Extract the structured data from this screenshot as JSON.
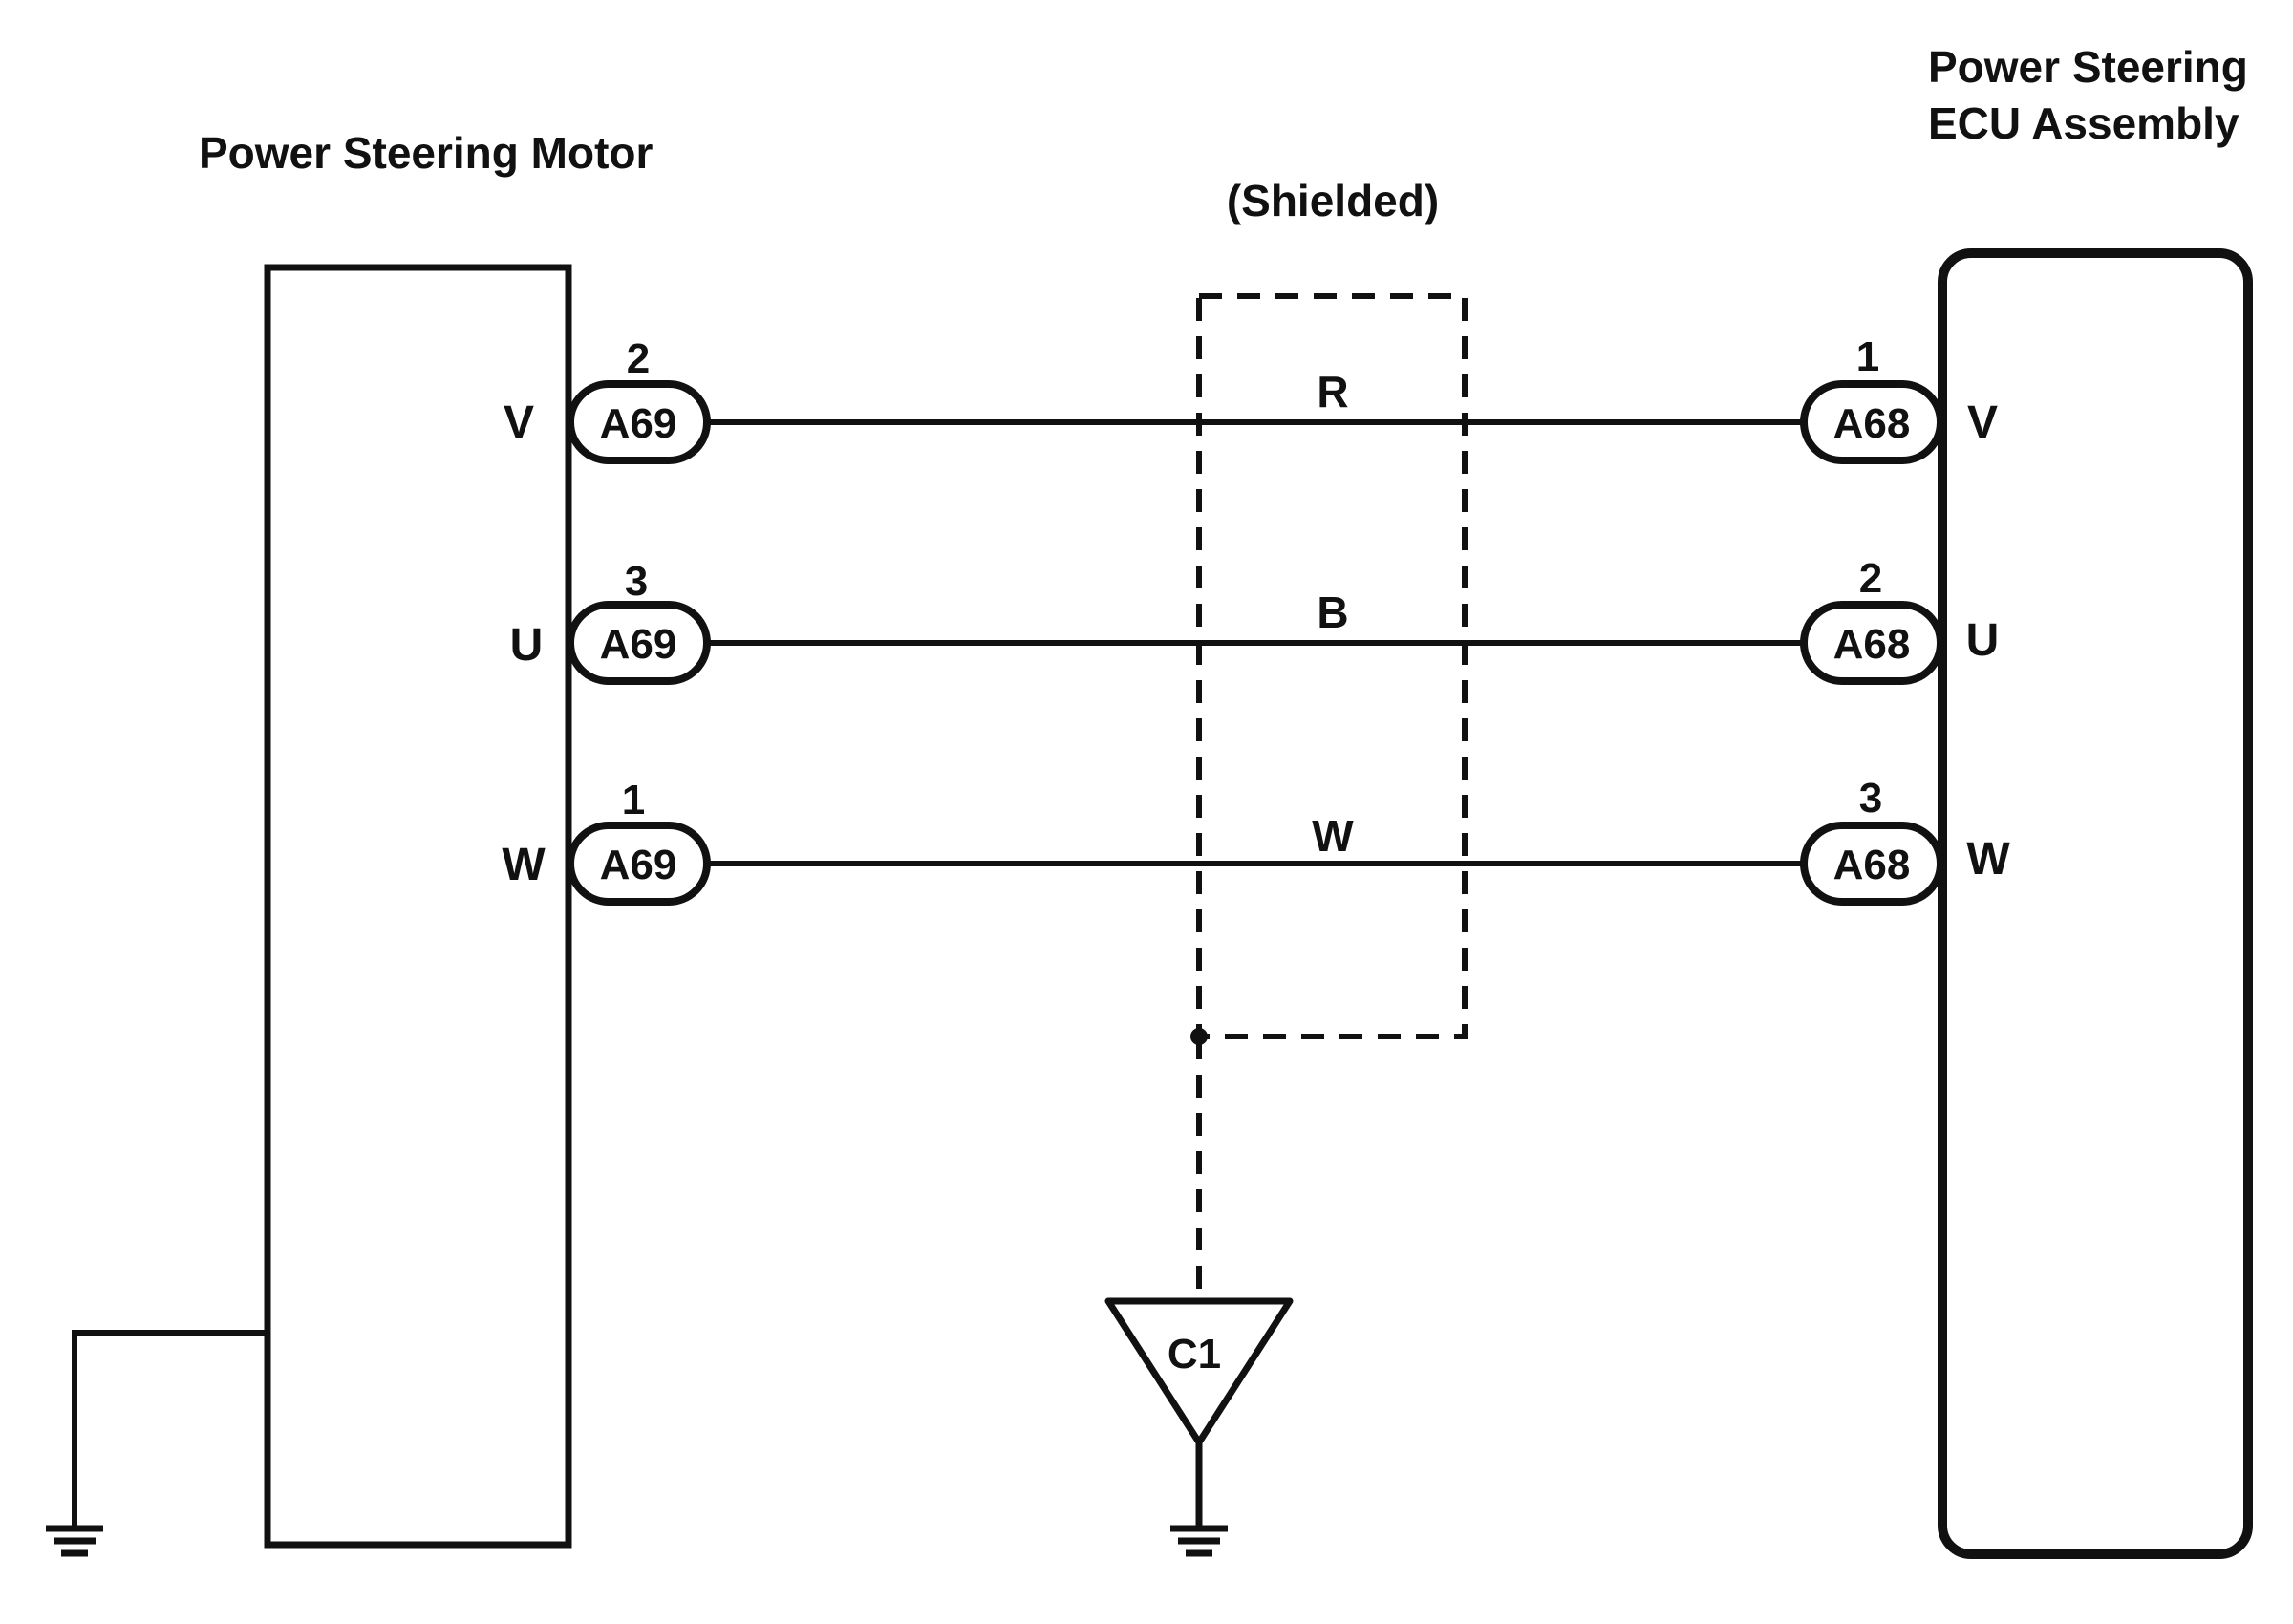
{
  "motor": {
    "title": "Power Steering Motor"
  },
  "ecu": {
    "title_line1": "Power Steering",
    "title_line2": "ECU Assembly"
  },
  "shield": {
    "label": "(Shielded)"
  },
  "ground_connector": {
    "label": "C1"
  },
  "wires": [
    {
      "phase": "V",
      "color_code": "R",
      "motor_connector": "A69",
      "motor_pin": "2",
      "ecu_connector": "A68",
      "ecu_pin": "1"
    },
    {
      "phase": "U",
      "color_code": "B",
      "motor_connector": "A69",
      "motor_pin": "3",
      "ecu_connector": "A68",
      "ecu_pin": "2"
    },
    {
      "phase": "W",
      "color_code": "W",
      "motor_connector": "A69",
      "motor_pin": "1",
      "ecu_connector": "A68",
      "ecu_pin": "3"
    }
  ],
  "colors": {
    "line": "#111111",
    "background": "#ffffff"
  }
}
